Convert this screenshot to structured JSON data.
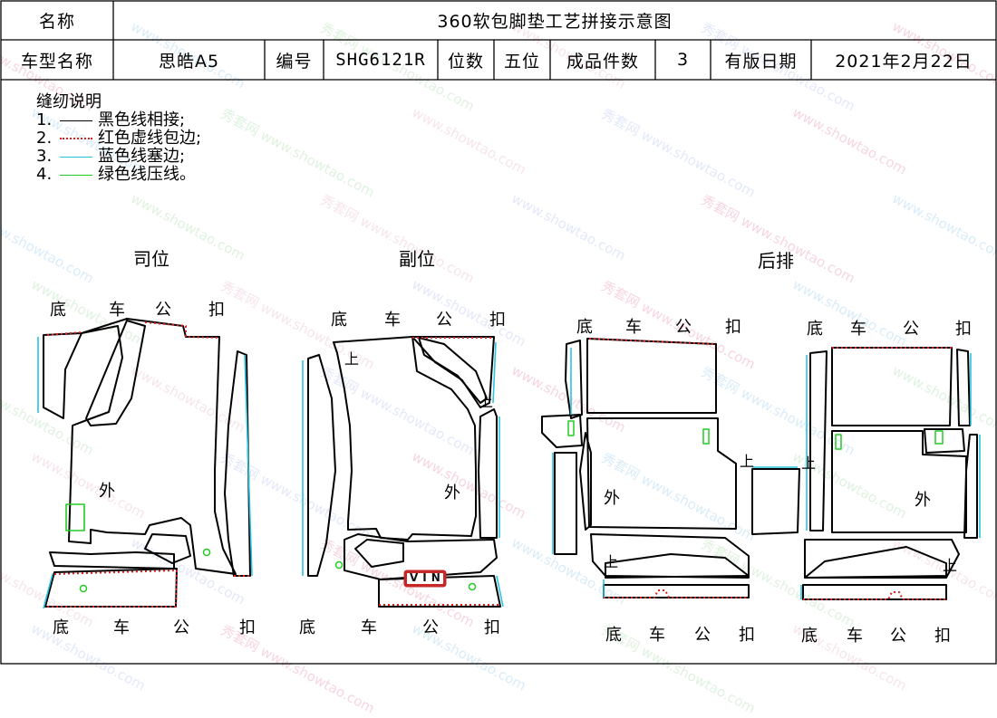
{
  "header": {
    "name_label": "名称",
    "title": "360软包脚垫工艺拼接示意图",
    "model_label": "车型名称",
    "model_value": "思皓A5",
    "code_label": "编号",
    "code_value": "SHG6121R",
    "seats_label": "位数",
    "seats_value": "五位",
    "pieces_label": "成品件数",
    "pieces_value": "3",
    "date_label": "有版日期",
    "date_value": "2021年2月22日"
  },
  "legend": {
    "title": "缝纫说明",
    "items": [
      {
        "num": "1.",
        "text": "黑色线相接;",
        "color": "#000000",
        "style": "solid"
      },
      {
        "num": "2.",
        "text": "红色虚线包边;",
        "color": "#d92020",
        "style": "dotted"
      },
      {
        "num": "3.",
        "text": "蓝色线塞边;",
        "color": "#29c4e0",
        "style": "solid"
      },
      {
        "num": "4.",
        "text": "绿色线压线。",
        "color": "#22cc22",
        "style": "solid"
      }
    ]
  },
  "sections": {
    "driver": "司位",
    "passenger": "副位",
    "rear": "后排"
  },
  "labels": {
    "bottom": "底",
    "car": "车",
    "public": "公",
    "buckle": "扣",
    "outer": "外",
    "up": "上",
    "vin": "VIN"
  },
  "watermark": {
    "cn": "秀套网",
    "url": "www.showtao.com"
  },
  "colors": {
    "outline": "#000000",
    "binding": "#d92020",
    "tuck": "#29c4e0",
    "press": "#22cc22",
    "vin_badge": "#c62828"
  }
}
